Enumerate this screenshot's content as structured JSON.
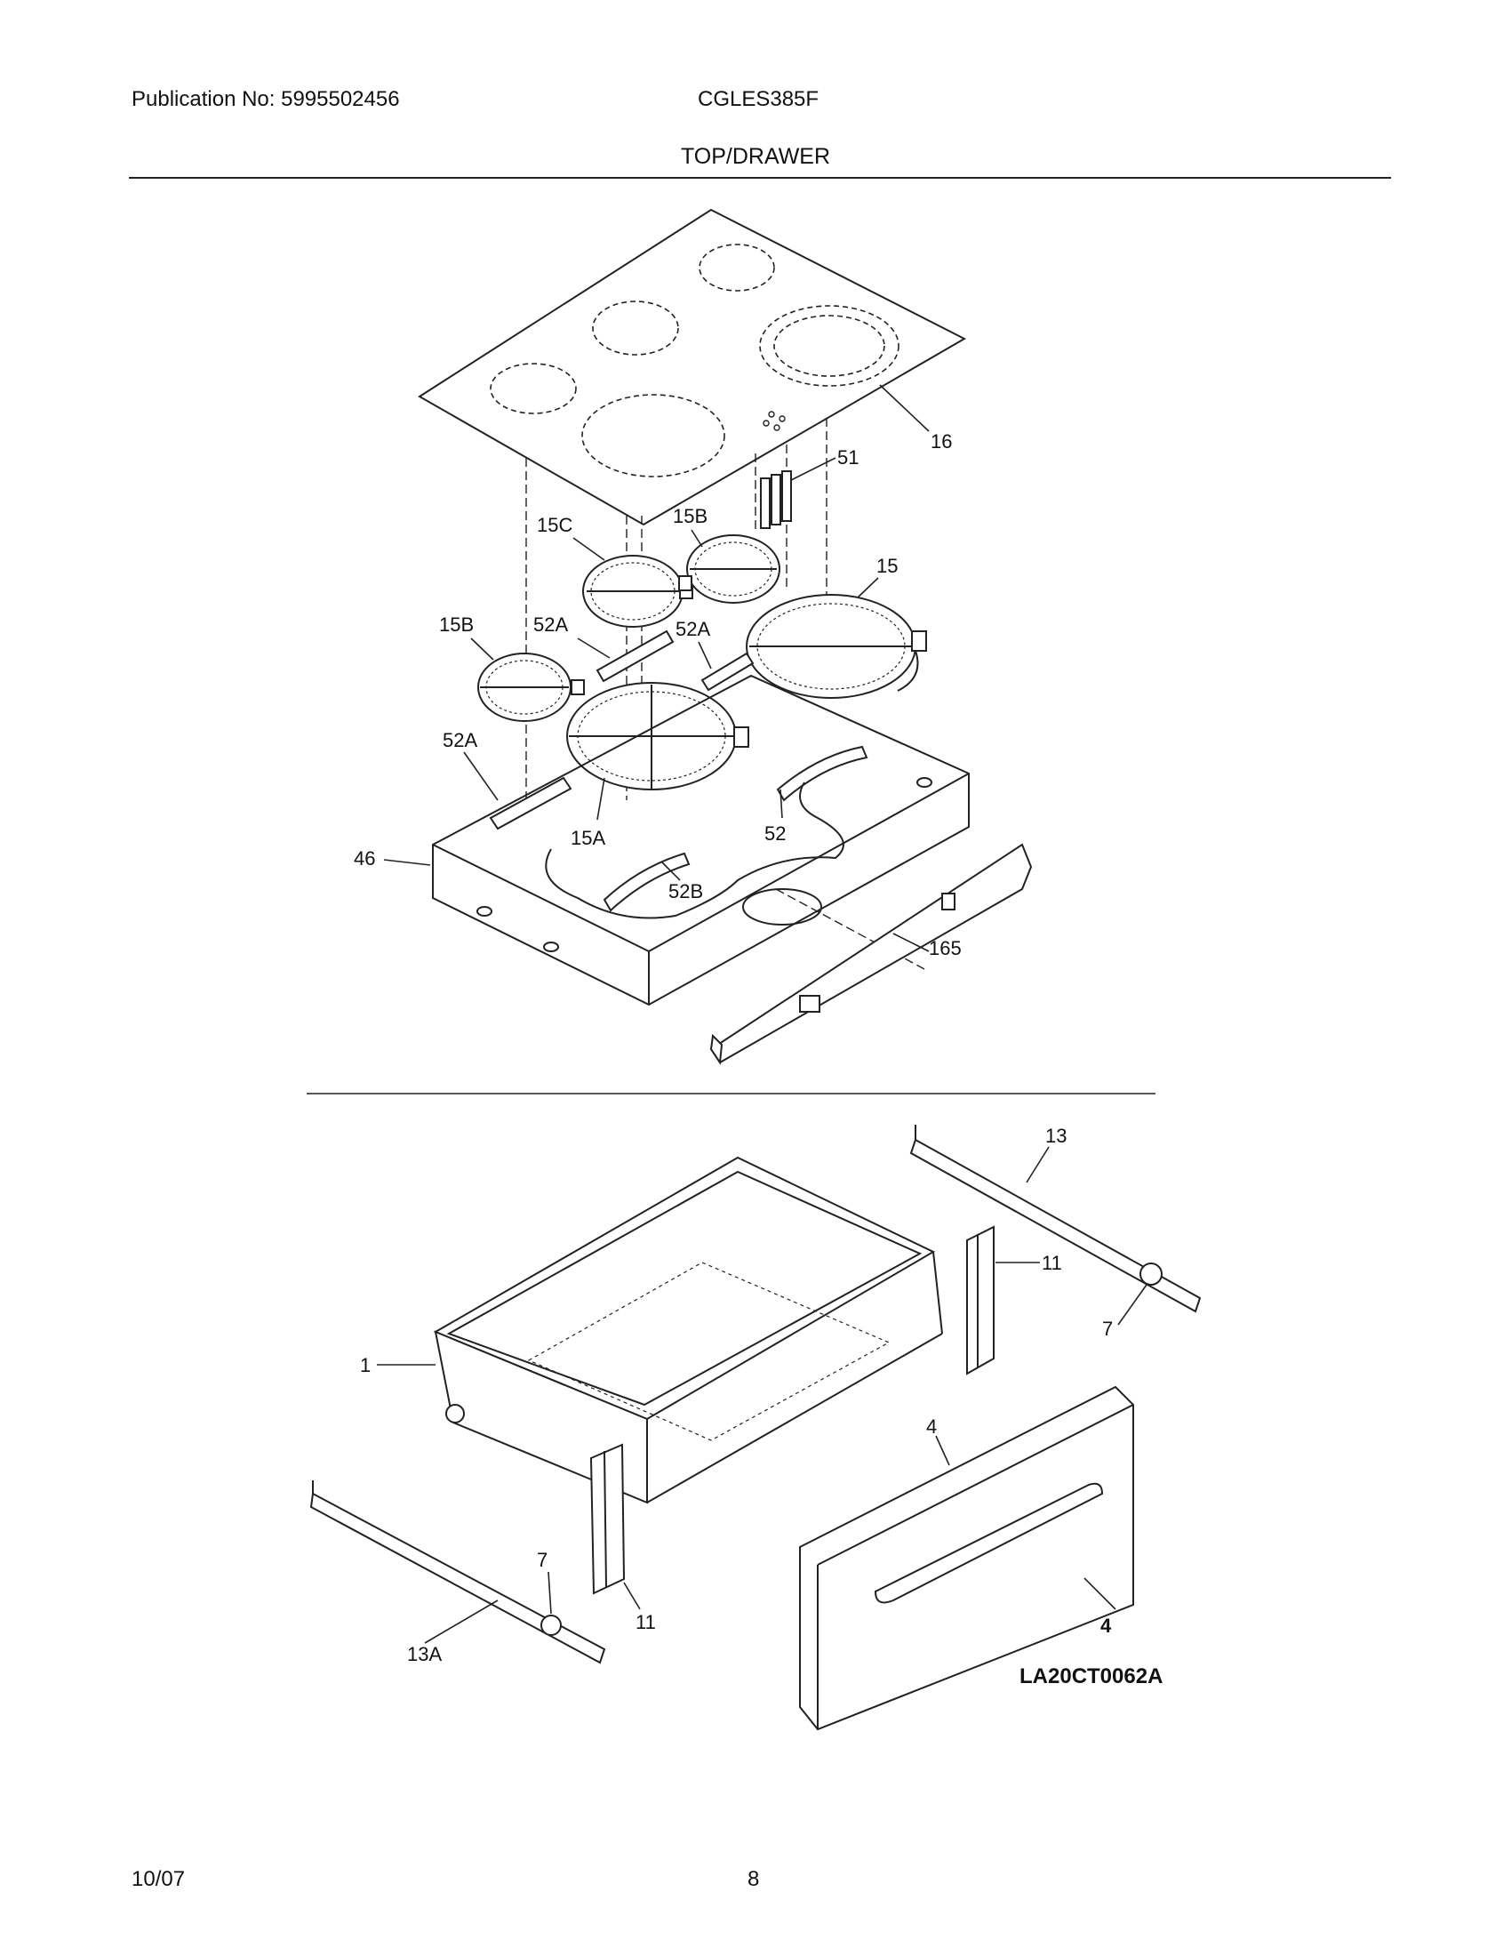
{
  "header": {
    "publication": "Publication No: 5995502456",
    "model": "CGLES385F",
    "section": "TOP/DRAWER"
  },
  "footer": {
    "date": "10/07",
    "page": "8"
  },
  "diagram_code": "LA20CT0062A",
  "callouts": {
    "c16": "16",
    "c51": "51",
    "c15C": "15C",
    "c15B_top": "15B",
    "c15": "15",
    "c15B_left": "15B",
    "c52A_1": "52A",
    "c52A_2": "52A",
    "c52A_3": "52A",
    "c15A": "15A",
    "c52": "52",
    "c46": "46",
    "c52B": "52B",
    "c165": "165",
    "c13": "13",
    "c11_right": "11",
    "c7_right": "7",
    "c1": "1",
    "c4_top": "4",
    "c7_left": "7",
    "c11_left": "11",
    "c13A": "13A",
    "c4_bottom": "4"
  }
}
